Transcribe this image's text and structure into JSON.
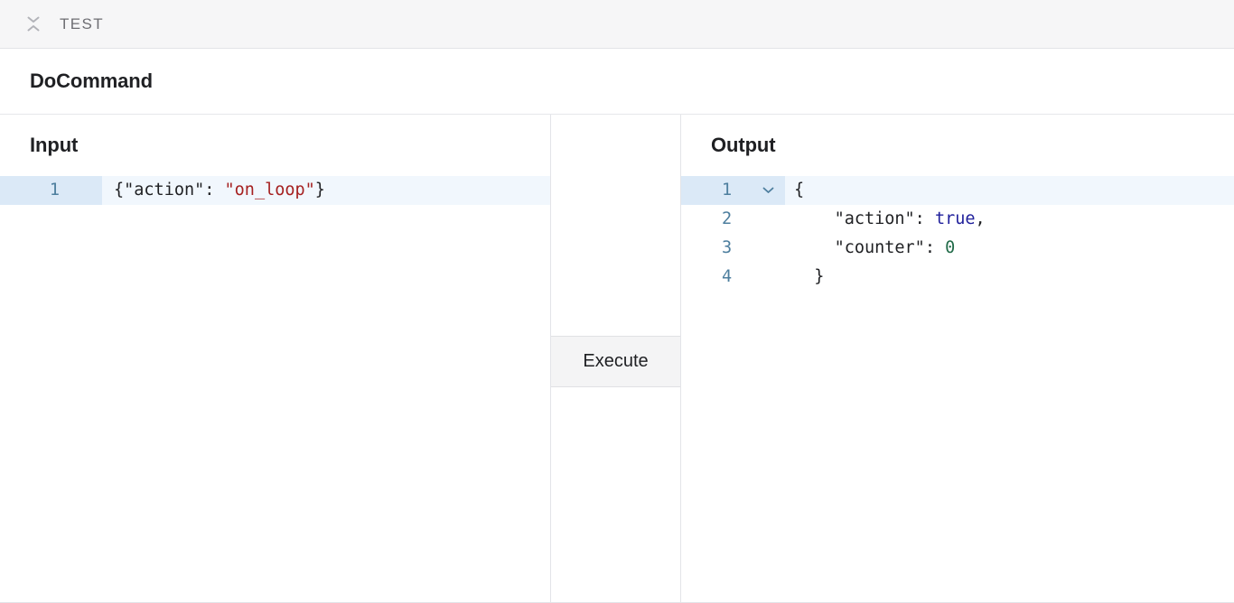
{
  "topbar": {
    "collapse_icon": "collapse-vertical-icon",
    "label": "TEST"
  },
  "node": {
    "title": "DoCommand"
  },
  "input_panel": {
    "label": "Input",
    "active_line": 1,
    "lines": [
      {
        "number": "1",
        "tokens": [
          {
            "text": "{",
            "type": "punct"
          },
          {
            "text": "\"action\"",
            "type": "key"
          },
          {
            "text": ": ",
            "type": "punct"
          },
          {
            "text": "\"on_loop\"",
            "type": "string"
          },
          {
            "text": "}",
            "type": "punct"
          }
        ]
      }
    ]
  },
  "middle_panel": {
    "execute_label": "Execute"
  },
  "output_panel": {
    "label": "Output",
    "active_line": 1,
    "fold_icon": "chevron-down-icon",
    "lines": [
      {
        "number": "1",
        "foldable": true,
        "tokens": [
          {
            "text": "{",
            "type": "punct"
          }
        ]
      },
      {
        "number": "2",
        "foldable": false,
        "tokens": [
          {
            "text": "    ",
            "type": "punct"
          },
          {
            "text": "\"action\"",
            "type": "key"
          },
          {
            "text": ": ",
            "type": "punct"
          },
          {
            "text": "true",
            "type": "bool"
          },
          {
            "text": ",",
            "type": "punct"
          }
        ]
      },
      {
        "number": "3",
        "foldable": false,
        "tokens": [
          {
            "text": "    ",
            "type": "punct"
          },
          {
            "text": "\"counter\"",
            "type": "key"
          },
          {
            "text": ": ",
            "type": "punct"
          },
          {
            "text": "0",
            "type": "number"
          }
        ]
      },
      {
        "number": "4",
        "foldable": false,
        "tokens": [
          {
            "text": "  }",
            "type": "punct"
          }
        ]
      }
    ]
  },
  "colors": {
    "topbar_bg": "#f6f6f7",
    "border": "#e3e4e8",
    "active_line_bg": "#f1f7fd",
    "active_gutter_bg": "#dbe9f7",
    "gutter_text": "#4d7e9e",
    "string": "#a52020",
    "boolean": "#21219c",
    "number": "#226b49",
    "button_bg": "#f4f4f5"
  }
}
